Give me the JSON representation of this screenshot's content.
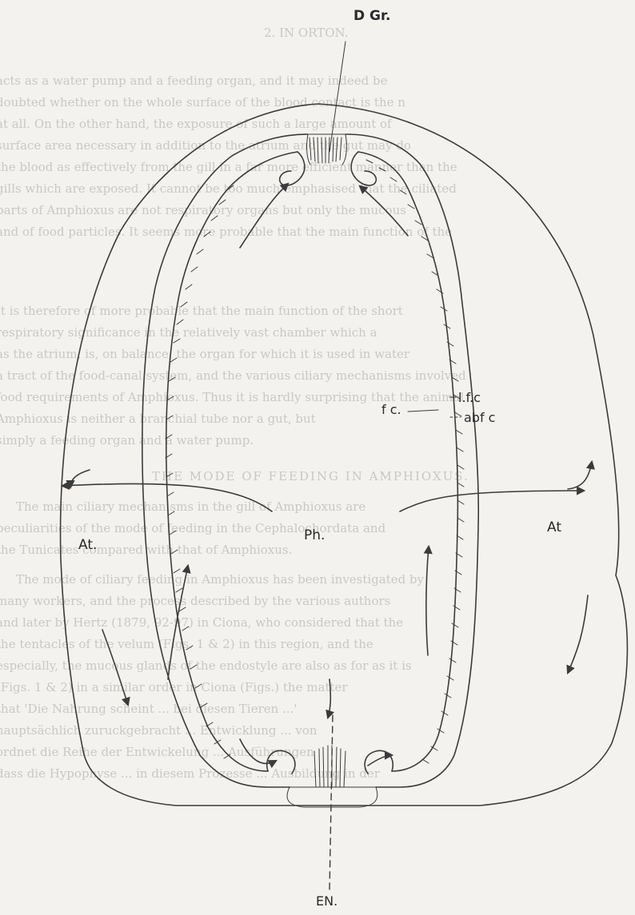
{
  "labels": {
    "dorsal_groove": "D Gr.",
    "frontal_canal": "f c.",
    "lateral_frontal_cilia": "l.f.c",
    "abfrontal_cilia": "abf c",
    "pharynx": "Ph.",
    "atrium_left": "At.",
    "atrium_right": "At",
    "endostyle": "EN."
  },
  "background_text": [
    "2.  IN  ORTON.",
    "acts as a water pump and a feeding organ, and it may indeed be",
    "doubted whether on the whole surface of the blood contact is the n",
    "at all. On the other hand, the exposure of such a large amount of",
    "surface area necessary in addition to the atrium and the gut may do",
    "the blood as effectively from the gill in a far more efficient manner than the",
    "gills which are exposed. It cannot be too much emphasised that the ciliated",
    "parts of Amphioxus are not respiratory organs but only the mucous",
    "and of food particles. It seems more probable that the main function of the",
    "It is therefore of more probable that the main function of the short",
    "respiratory significance in the relatively vast chamber which a",
    "as the atrium, is, on balance, the organ for which it is used in water",
    "a tract of the food-canal system, and the various ciliary mechanisms involved",
    "food requirements of Amphioxus. Thus it is hardly surprising that the animal",
    "Amphioxus is neither a branchial tube nor a gut, but",
    "simply a feeding organ and a water pump.",
    "THE  MODE  OF  FEEDING  IN  AMPHIOXUS.",
    "The main ciliary mechanisms in the gill of Amphioxus are",
    "peculiarities of the mode of feeding in the Cephalochordata and",
    "the Tunicates compared with that of Amphioxus.",
    "The mode of ciliary feeding in Amphioxus has been investigated by",
    "many workers, and the process described by the various authors",
    "and later by Hertz (1879, 92-97) in Ciona, who considered that the",
    "the tentacles of the velum (Figs. 1 & 2) in this region, and the",
    "especially, the mucous glands of the endostyle are also as for as it is",
    "(Figs. 1 & 2) in a similar order in Ciona (Figs.) the matter",
    "that 'Die Nahrung scheint ... bei diesen Tieren ...'",
    "hauptsächlich zuruckgebracht ... Entwicklung ... von",
    "ordnet die Reihe der Entwickelung ... Ausführungen",
    "dass die Hypophyse ... in diesem Prozesse ... Ausbildung in der"
  ]
}
